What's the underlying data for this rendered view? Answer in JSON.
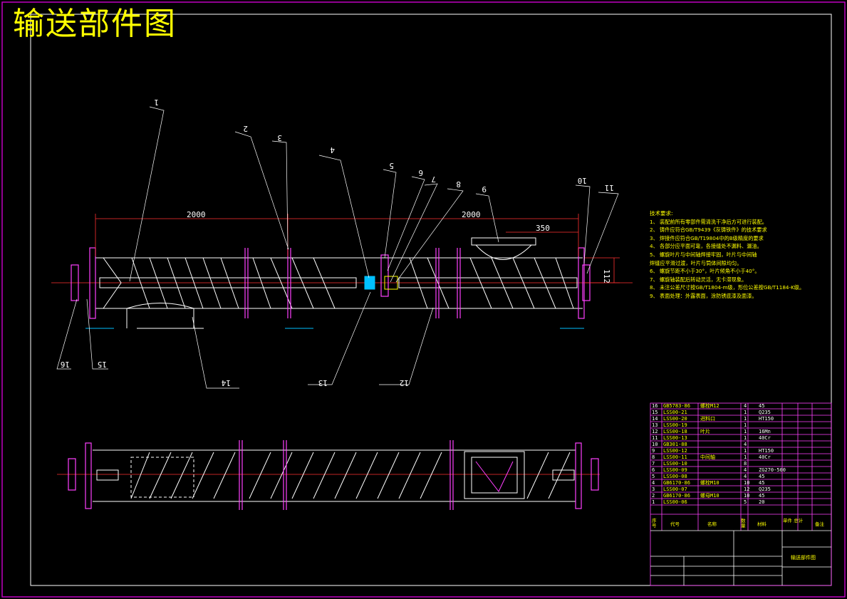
{
  "title": "输送部件图",
  "dimensions": {
    "length_left": "2000",
    "length_right": "2000",
    "flange_offset": "350",
    "diameter": "112"
  },
  "part_callouts": [
    "1",
    "2",
    "3",
    "4",
    "5",
    "6",
    "7",
    "8",
    "9",
    "10",
    "11",
    "12",
    "13",
    "14",
    "15",
    "16"
  ],
  "technical_notes": {
    "heading": "技术要求:",
    "items": [
      "1、 装配前所有零部件需清洗干净后方可进行装配。",
      "2、 铸件应符合GB/T9439《灰铸铁件》的技术要求",
      "3、 焊接件应符合GB/T19804中的B级精度的要求",
      "4、 各部分应平面可靠，各接缝处不漏料、漏油。",
      "5、 螺旋叶片与中间轴焊接牢固，叶片与中间轴",
      "    焊缝应平滑过渡，叶片与筒体间隙均匀。",
      "6、 螺旋节距不小于30°，叶片倾角不小于40°。",
      "7、 螺旋轴装配后转动灵活，无卡滞现象。",
      "8、 未注公差尺寸按GB/T1804-m级，形位公差按GB/T1184-K级。",
      "9、 表面处理：外露表面，涂防锈底漆及面漆。"
    ]
  },
  "bom": {
    "rows": [
      {
        "no": "16",
        "code": "GB5783-86",
        "name": "螺栓M12",
        "qty": "4",
        "material": "45"
      },
      {
        "no": "15",
        "code": "LSS00-21",
        "name": "",
        "qty": "1",
        "material": "Q235"
      },
      {
        "no": "14",
        "code": "LSS00-20",
        "name": "进料口",
        "qty": "1",
        "material": "HT150"
      },
      {
        "no": "13",
        "code": "LSS00-19",
        "name": "",
        "qty": "1",
        "material": ""
      },
      {
        "no": "12",
        "code": "LSS00-18",
        "name": "叶片",
        "qty": "1",
        "material": "16Mn"
      },
      {
        "no": "11",
        "code": "LSS00-13",
        "name": "",
        "qty": "1",
        "material": "40Cr"
      },
      {
        "no": "10",
        "code": "GB301-88",
        "name": "",
        "qty": "4",
        "material": ""
      },
      {
        "no": "9",
        "code": "LSS00-12",
        "name": "",
        "qty": "1",
        "material": "HT150"
      },
      {
        "no": "8",
        "code": "LSS00-11",
        "name": "中间轴",
        "qty": "1",
        "material": "40Cr"
      },
      {
        "no": "7",
        "code": "LSS00-10",
        "name": "",
        "qty": "8",
        "material": ""
      },
      {
        "no": "6",
        "code": "LSS00-09",
        "name": "",
        "qty": "4",
        "material": "ZG270-500"
      },
      {
        "no": "5",
        "code": "LSS00-08",
        "name": "",
        "qty": "4",
        "material": "45"
      },
      {
        "no": "4",
        "code": "GB6170-86",
        "name": "螺栓M10",
        "qty": "10",
        "material": "45"
      },
      {
        "no": "3",
        "code": "LSS00-07",
        "name": "",
        "qty": "12",
        "material": "Q235"
      },
      {
        "no": "2",
        "code": "GB6170-86",
        "name": "螺母M10",
        "qty": "10",
        "material": "45"
      },
      {
        "no": "1",
        "code": "LSS00-06",
        "name": "",
        "qty": "5",
        "material": "20"
      }
    ],
    "header": {
      "no": "序号",
      "code": "代号",
      "name": "名称",
      "qty": "数量",
      "material": "材料",
      "weight": "单件 总计",
      "remark": "备注"
    },
    "drawing_name": "输送部件图"
  }
}
